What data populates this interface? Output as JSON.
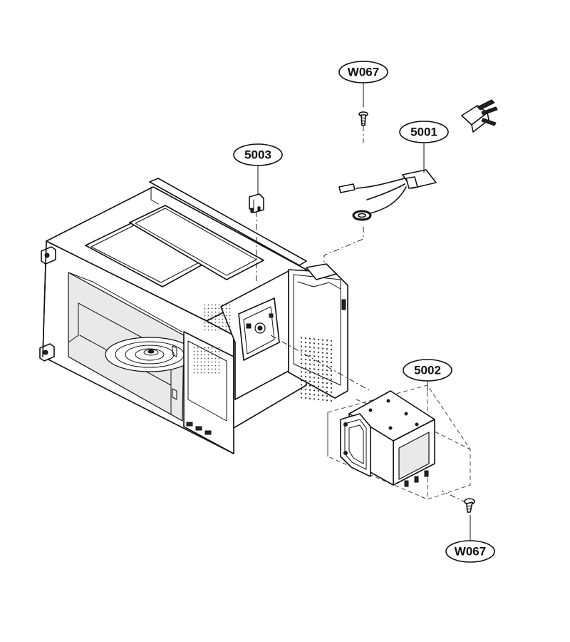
{
  "callouts": [
    {
      "id": "screw-top",
      "label": "W067"
    },
    {
      "id": "power-cord",
      "label": "5001"
    },
    {
      "id": "sensor",
      "label": "5003"
    },
    {
      "id": "magnetron",
      "label": "5002"
    },
    {
      "id": "screw-bottom",
      "label": "W067"
    }
  ]
}
